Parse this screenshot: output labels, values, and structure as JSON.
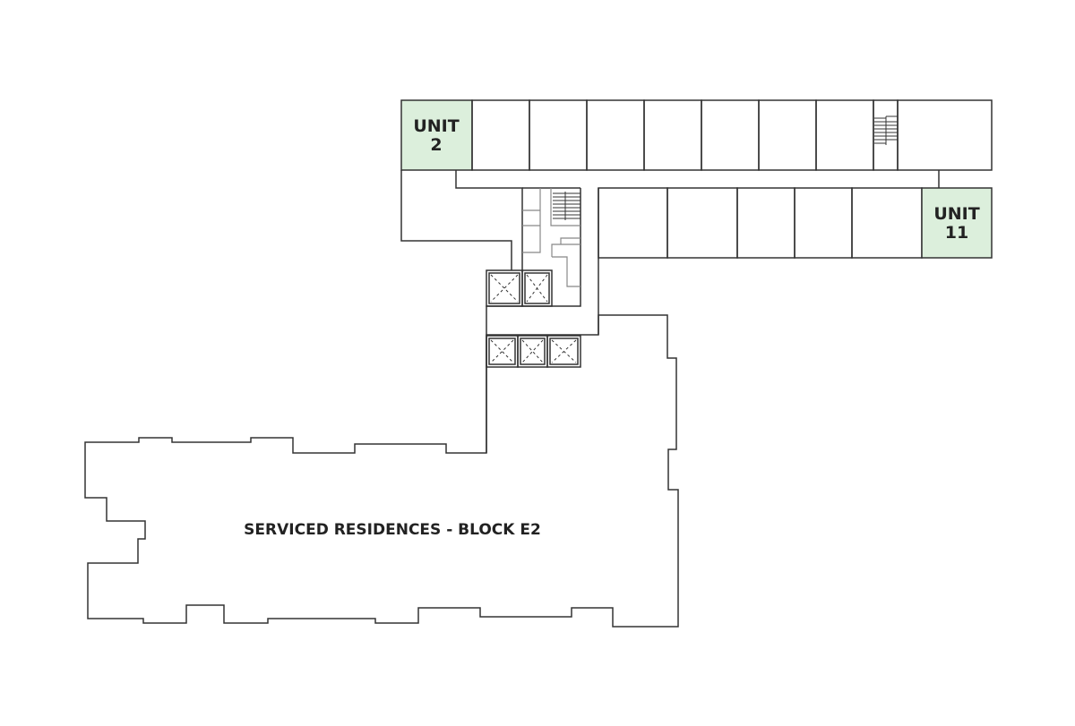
{
  "colors": {
    "highlight_unit": "#dcefdc",
    "wall": "#333333",
    "background": "#ffffff"
  },
  "units": [
    {
      "line1": "UNIT",
      "line2": "2"
    },
    {
      "line1": "UNIT",
      "line2": "11"
    }
  ],
  "block_label": "SERVICED RESIDENCES - BLOCK E2"
}
